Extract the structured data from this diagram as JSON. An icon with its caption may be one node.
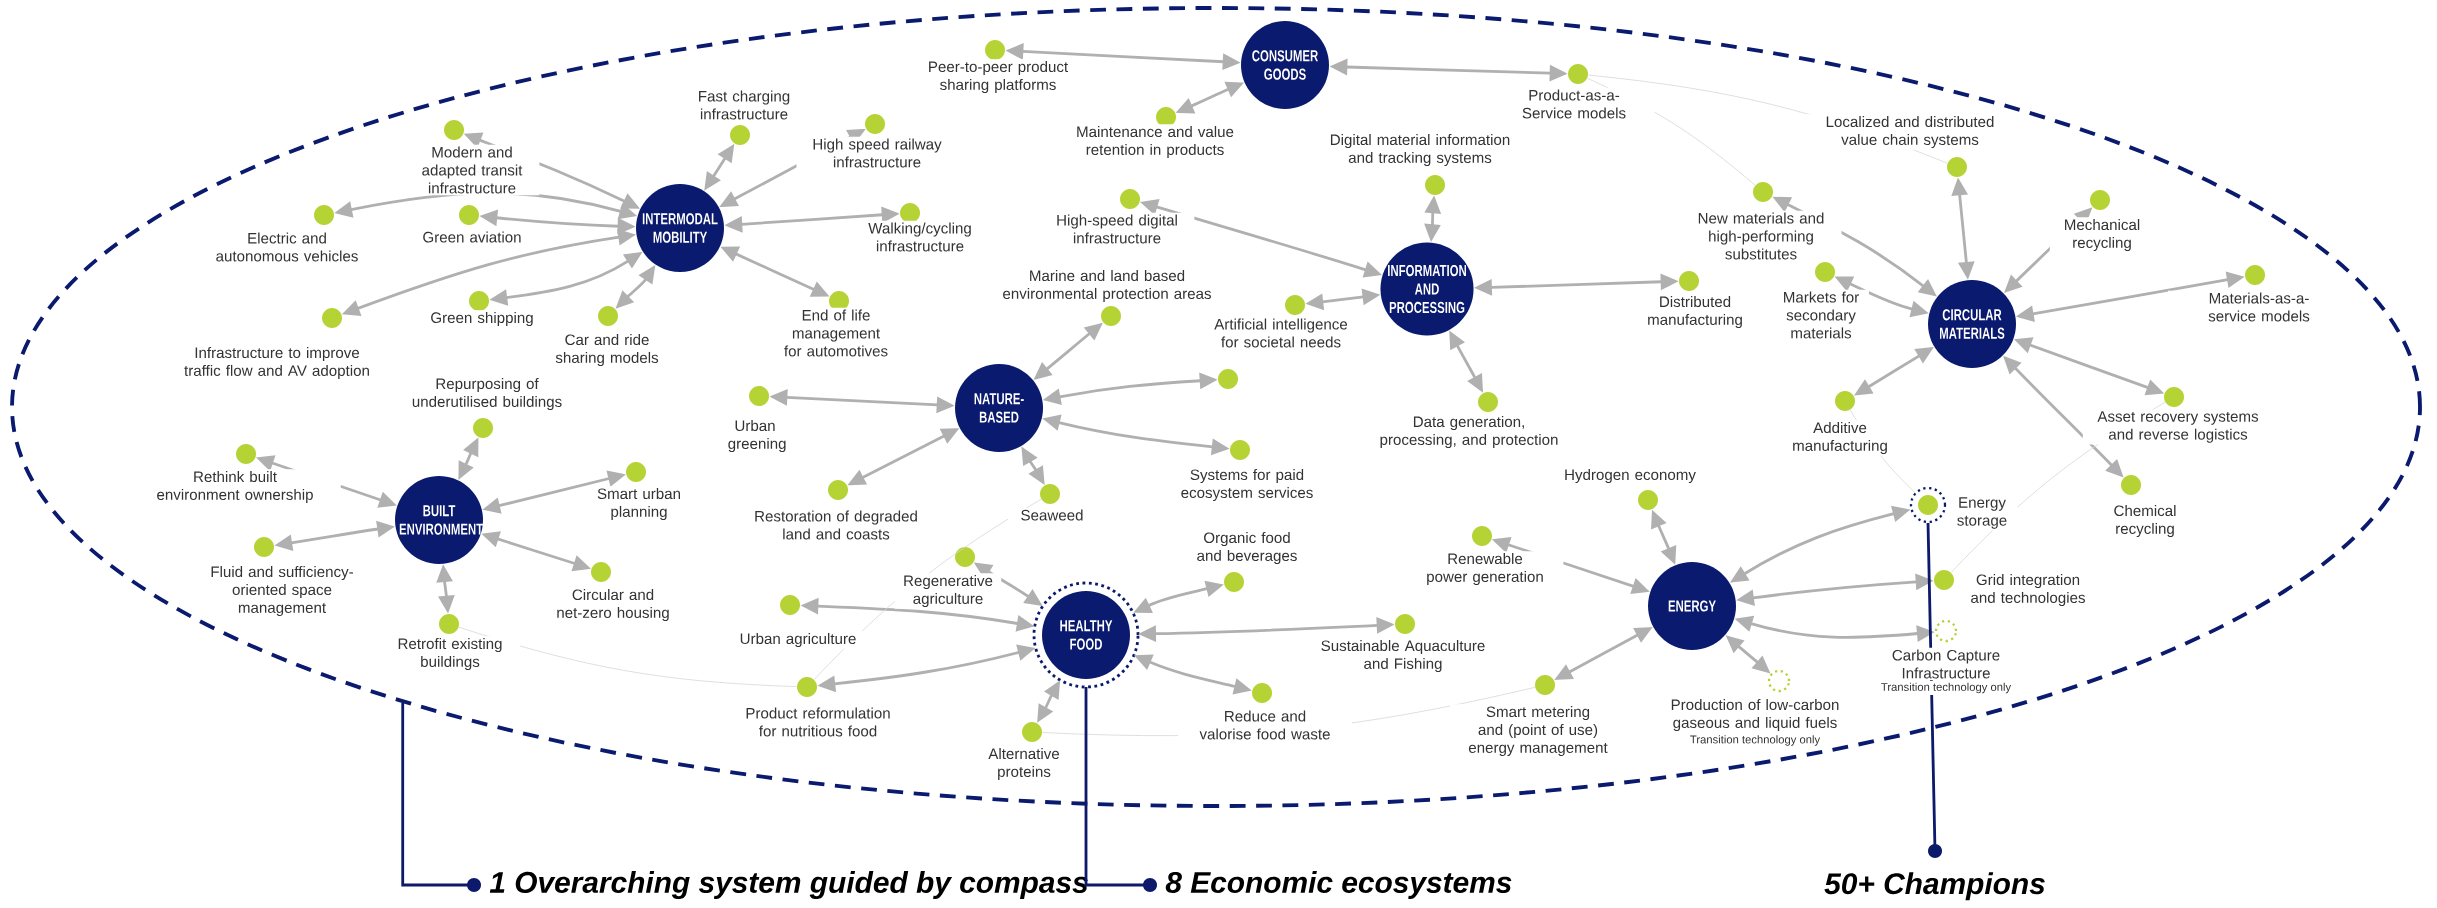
{
  "diagram": {
    "nodes": [
      {
        "text": [],
        "shape": "ellipse"
      },
      {
        "text": [
          "CONSUMER GOODS"
        ],
        "in": 0
      },
      {
        "text": [
          "INTERMODAL MOBILITY"
        ],
        "in": 0
      },
      {
        "text": [
          "INFORMATION AND PROCESSING"
        ],
        "in": 0
      },
      {
        "text": [
          "CIRCULAR MATERIALS"
        ],
        "in": 0
      },
      {
        "text": [
          "NATURE-BASED"
        ],
        "in": 0
      },
      {
        "text": [
          "BUILT ENVIRONMENT"
        ],
        "in": 0
      },
      {
        "text": [
          "ENERGY"
        ],
        "in": 0
      },
      {
        "text": [
          "HEALTHY FOOD"
        ],
        "in": 0
      },
      {
        "text": [],
        "shape": "circle",
        "beside": [
          "Modern and adapted transit infrastructure"
        ],
        "in": 0
      },
      {
        "text": [],
        "shape": "circle",
        "beside": [
          "Fast charging infrastructure"
        ],
        "in": 0
      },
      {
        "text": [],
        "shape": "circle",
        "beside": [
          "Electric and autonomous vehicles"
        ],
        "in": 0
      },
      {
        "text": [],
        "shape": "circle",
        "beside": [
          "Green aviation"
        ],
        "in": 0
      },
      {
        "text": [],
        "shape": "circle",
        "beside": [
          "Infrastructure to improve traffic flow and AV adoption"
        ],
        "in": 0
      },
      {
        "text": [],
        "shape": "circle",
        "beside": [
          "Green shipping"
        ],
        "in": 0
      },
      {
        "text": [],
        "shape": "circle",
        "beside": [
          "Car and ride sharing models"
        ],
        "in": 0
      },
      {
        "text": [],
        "shape": "circle",
        "beside": [
          "Repurposing of underutilised buildings"
        ],
        "in": 0
      },
      {
        "text": [],
        "shape": "circle",
        "beside": [
          "Urban greening"
        ],
        "in": 0
      },
      {
        "text": [],
        "shape": "circle",
        "beside": [
          "Peer-to-peer product sharing platforms"
        ],
        "in": 0
      },
      {
        "text": [],
        "shape": "circle",
        "beside": [
          "High speed railway infrastructure"
        ],
        "in": 0
      },
      {
        "text": [],
        "shape": "circle",
        "beside": [
          "Maintenance and value retention in products"
        ],
        "in": 0
      },
      {
        "text": [],
        "shape": "circle",
        "beside": [
          "Product-as-a-Service models"
        ],
        "in": 0
      },
      {
        "text": [],
        "shape": "circle",
        "beside": [
          "Digital material information and tracking systems"
        ],
        "in": 0
      },
      {
        "text": [],
        "shape": "circle",
        "beside": [
          "Walking/cycling infrastructure"
        ],
        "in": 0
      },
      {
        "text": [],
        "shape": "circle",
        "beside": [
          "High-speed digital infrastructure"
        ],
        "in": 0
      },
      {
        "text": [],
        "shape": "circle",
        "beside": [
          "End of life management for automotives"
        ],
        "in": 0
      },
      {
        "text": [],
        "shape": "circle",
        "beside": [
          "Marine and land based environmental protection areas"
        ],
        "in": 0
      },
      {
        "text": [],
        "shape": "circle",
        "beside": [
          "Artificial intelligence for societal needs"
        ],
        "in": 0
      },
      {
        "text": [],
        "shape": "circle",
        "in": 0
      },
      {
        "text": [],
        "shape": "circle",
        "beside": [
          "Data generation, processing, and protection"
        ],
        "in": 0
      },
      {
        "text": [],
        "shape": "circle",
        "beside": [
          "Systems for paid ecosystem services"
        ],
        "in": 0
      },
      {
        "text": [],
        "shape": "circle",
        "beside": [
          "Localized and distributed value chain systems"
        ],
        "in": 0
      },
      {
        "text": [],
        "shape": "circle",
        "beside": [
          "New materials and high-performing substitutes"
        ],
        "in": 0
      },
      {
        "text": [],
        "shape": "circle",
        "beside": [
          "Mechanical recycling"
        ],
        "in": 0
      },
      {
        "text": [],
        "shape": "circle",
        "beside": [
          "Distributed manufacturing"
        ],
        "in": 0
      },
      {
        "text": [],
        "shape": "circle",
        "beside": [
          "Markets for secondary materials"
        ],
        "in": 0
      },
      {
        "text": [],
        "shape": "circle",
        "beside": [
          "Materials-as-a-service models"
        ],
        "in": 0
      },
      {
        "text": [],
        "shape": "circle",
        "beside": [
          "Additive manufacturing"
        ],
        "in": 0
      },
      {
        "text": [],
        "shape": "circle",
        "beside": [
          "Asset recovery systems and reverse logistics"
        ],
        "in": 0
      },
      {
        "text": [],
        "shape": "circle",
        "beside": [
          "Rethink built environment ownership"
        ],
        "in": 0
      },
      {
        "text": [],
        "shape": "circle",
        "beside": [
          "Smart urban planning"
        ],
        "in": 0
      },
      {
        "text": [],
        "shape": "circle",
        "beside": [
          "Fluid and sufficiency-oriented space management"
        ],
        "in": 0
      },
      {
        "text": [],
        "shape": "circle",
        "beside": [
          "Circular and net-zero housing"
        ],
        "in": 0
      },
      {
        "text": [],
        "shape": "circle",
        "beside": [
          "Retrofit existing buildings"
        ],
        "in": 0
      },
      {
        "text": [],
        "shape": "circle",
        "beside": [
          "Restoration of degraded land and coasts"
        ],
        "in": 0
      },
      {
        "text": [],
        "shape": "circle",
        "beside": [
          "Seaweed"
        ],
        "in": 0
      },
      {
        "text": [],
        "shape": "circle",
        "beside": [
          "Regenerative agriculture"
        ],
        "in": 0
      },
      {
        "text": [],
        "shape": "circle",
        "beside": [
          "Organic food and beverages"
        ],
        "in": 0
      },
      {
        "text": [],
        "shape": "circle",
        "beside": [
          "Urban agriculture"
        ],
        "in": 0
      },
      {
        "text": [],
        "shape": "circle",
        "beside": [
          "Product reformulation for nutritious food"
        ],
        "in": 0
      },
      {
        "text": [],
        "shape": "circle",
        "beside": [
          "Sustainable Aquaculture and Fishing"
        ],
        "in": 0
      },
      {
        "text": [],
        "shape": "circle",
        "beside": [
          "Reduce and valorise food waste"
        ],
        "in": 0
      },
      {
        "text": [],
        "shape": "circle",
        "beside": [
          "Alternative proteins"
        ],
        "in": 0
      },
      {
        "text": [],
        "shape": "circle",
        "beside": [
          "Renewable power generation"
        ],
        "in": 0
      },
      {
        "text": [],
        "shape": "circle",
        "beside": [
          "Smart metering and (point of use) energy management"
        ],
        "in": 0
      },
      {
        "text": [],
        "shape": "circle",
        "beside": [
          "Hydrogen economy"
        ],
        "in": 0
      },
      {
        "text": [],
        "shape": "circle",
        "beside": [
          "Energy storage"
        ],
        "in": 0
      },
      {
        "text": [],
        "shape": "circle",
        "beside": [
          "Chemical recycling"
        ],
        "in": 0
      },
      {
        "text": [],
        "shape": "circle",
        "beside": [
          "Grid integration and technologies"
        ],
        "in": 0
      },
      {
        "text": [],
        "shape": "circle",
        "beside": [
          "Carbon Capture Infrastructure",
          "Transition technology only"
        ],
        "in": 0
      },
      {
        "text": [],
        "shape": "circle",
        "beside": [
          "Production of low-carbon gaseous and liquid fuels",
          "Transition technology only"
        ],
        "in": 0
      },
      {
        "text": [
          "1 Overarching system guided by compass"
        ]
      },
      {
        "text": [
          "8 Economic ecosystems"
        ]
      },
      {
        "text": [
          "50+ Champions"
        ]
      }
    ],
    "edges": [
      {
        "from": 2,
        "to": 9,
        "arrow": "both"
      },
      {
        "from": 2,
        "to": 10,
        "arrow": "both"
      },
      {
        "from": 2,
        "to": 11,
        "arrow": "both"
      },
      {
        "from": 2,
        "to": 12,
        "arrow": "both"
      },
      {
        "from": 2,
        "to": 13,
        "arrow": "both"
      },
      {
        "from": 2,
        "to": 14,
        "arrow": "both"
      },
      {
        "from": 2,
        "to": 15,
        "arrow": "both"
      },
      {
        "from": 2,
        "to": 19,
        "arrow": "both"
      },
      {
        "from": 2,
        "to": 23,
        "arrow": "both"
      },
      {
        "from": 2,
        "to": 25,
        "arrow": "both"
      },
      {
        "from": 1,
        "to": 18,
        "arrow": "both"
      },
      {
        "from": 1,
        "to": 20,
        "arrow": "both"
      },
      {
        "from": 1,
        "to": 21,
        "arrow": "both"
      },
      {
        "from": 3,
        "to": 22,
        "arrow": "both"
      },
      {
        "from": 3,
        "to": 24,
        "arrow": "both"
      },
      {
        "from": 3,
        "to": 27,
        "arrow": "both"
      },
      {
        "from": 3,
        "to": 29,
        "arrow": "both"
      },
      {
        "from": 3,
        "to": 34,
        "arrow": "both"
      },
      {
        "from": 5,
        "to": 17,
        "arrow": "both"
      },
      {
        "from": 5,
        "to": 26,
        "arrow": "both"
      },
      {
        "from": 5,
        "to": 28,
        "arrow": "both"
      },
      {
        "from": 5,
        "to": 30,
        "arrow": "both"
      },
      {
        "from": 5,
        "to": 44,
        "arrow": "both"
      },
      {
        "from": 5,
        "to": 45,
        "arrow": "both"
      },
      {
        "from": 4,
        "to": 31,
        "arrow": "both"
      },
      {
        "from": 4,
        "to": 32,
        "arrow": "both"
      },
      {
        "from": 4,
        "to": 33,
        "arrow": "both"
      },
      {
        "from": 4,
        "to": 35,
        "arrow": "both"
      },
      {
        "from": 4,
        "to": 36,
        "arrow": "both"
      },
      {
        "from": 4,
        "to": 37,
        "arrow": "both"
      },
      {
        "from": 4,
        "to": 38,
        "arrow": "both"
      },
      {
        "from": 4,
        "to": 57,
        "arrow": "both"
      },
      {
        "from": 6,
        "to": 39,
        "arrow": "both"
      },
      {
        "from": 6,
        "to": 40,
        "arrow": "both"
      },
      {
        "from": 6,
        "to": 41,
        "arrow": "both"
      },
      {
        "from": 6,
        "to": 42,
        "arrow": "both"
      },
      {
        "from": 6,
        "to": 43,
        "arrow": "both"
      },
      {
        "from": 6,
        "to": 16,
        "arrow": "both"
      },
      {
        "from": 8,
        "to": 46,
        "arrow": "both"
      },
      {
        "from": 8,
        "to": 47,
        "arrow": "both"
      },
      {
        "from": 8,
        "to": 48,
        "arrow": "both"
      },
      {
        "from": 8,
        "to": 49,
        "arrow": "both"
      },
      {
        "from": 8,
        "to": 50,
        "arrow": "both"
      },
      {
        "from": 8,
        "to": 51,
        "arrow": "both"
      },
      {
        "from": 8,
        "to": 52,
        "arrow": "both"
      },
      {
        "from": 7,
        "to": 53,
        "arrow": "both"
      },
      {
        "from": 7,
        "to": 54,
        "arrow": "both"
      },
      {
        "from": 7,
        "to": 55,
        "arrow": "both"
      },
      {
        "from": 7,
        "to": 56,
        "arrow": "both"
      },
      {
        "from": 7,
        "to": 58,
        "arrow": "both"
      },
      {
        "from": 7,
        "to": 59,
        "arrow": "both"
      },
      {
        "from": 7,
        "to": 60,
        "arrow": "both"
      },
      {
        "from": 37,
        "to": 56,
        "arrow": "none"
      },
      {
        "from": 38,
        "to": 58,
        "arrow": "none"
      },
      {
        "from": 45,
        "to": 49,
        "arrow": "none"
      },
      {
        "from": 43,
        "to": 49,
        "arrow": "none"
      },
      {
        "from": 52,
        "to": 54,
        "arrow": "none"
      },
      {
        "from": 32,
        "to": 21,
        "arrow": "none"
      },
      {
        "from": 31,
        "to": 21,
        "arrow": "none"
      },
      {
        "from": 61,
        "to": 0,
        "arrow": "other",
        "color": "#0d1a6b"
      },
      {
        "from": 62,
        "to": 8,
        "arrow": "other",
        "color": "#0d1a6b"
      },
      {
        "from": 63,
        "to": 56,
        "arrow": "other",
        "color": "#0d1a6b"
      }
    ]
  }
}
